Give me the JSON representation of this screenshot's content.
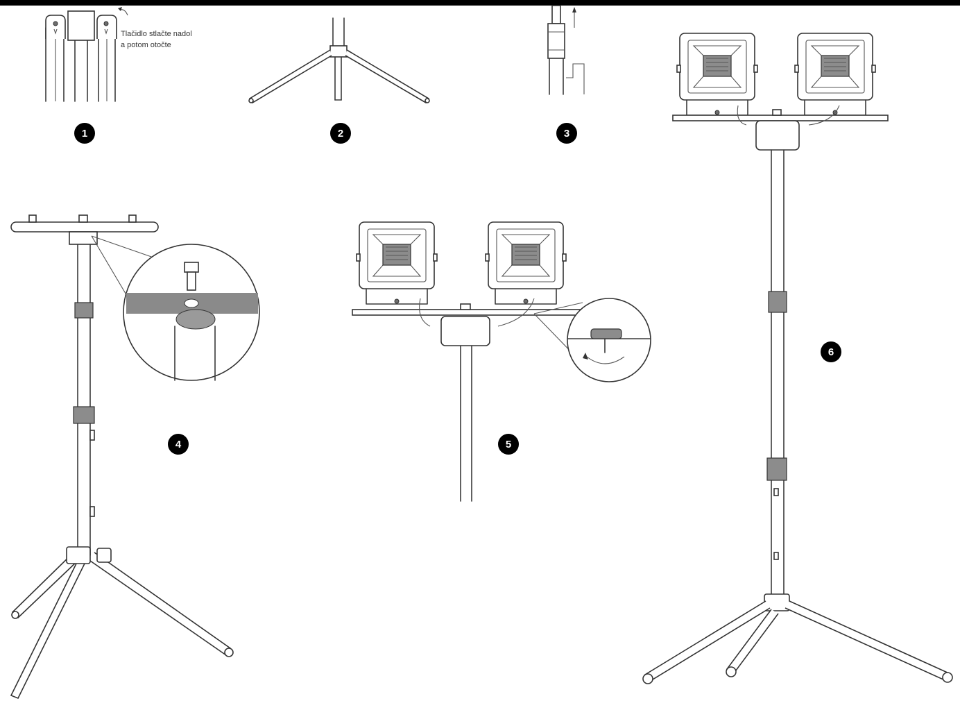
{
  "instruction_note": {
    "line1": "Tlačidlo stlačte nadol",
    "line2": "a potom otočte"
  },
  "steps": [
    "1",
    "2",
    "3",
    "4",
    "5",
    "6"
  ]
}
